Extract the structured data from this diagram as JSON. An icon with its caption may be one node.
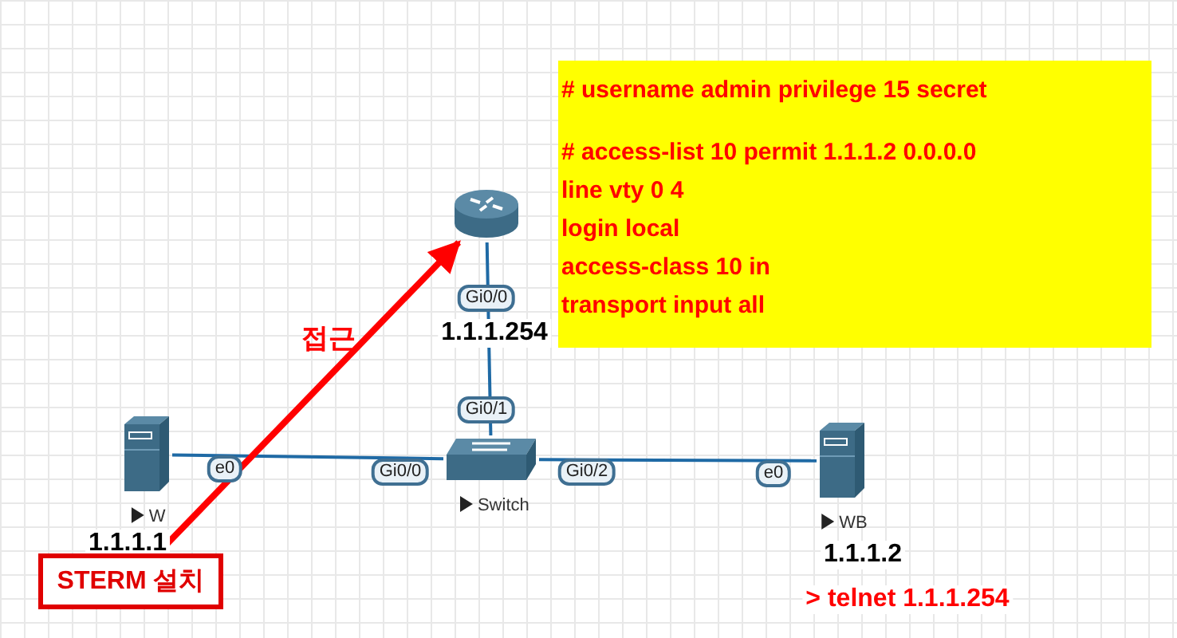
{
  "diagram": {
    "nodes": [
      {
        "text": [],
        "shape": "router"
      },
      {
        "text": [
          "Switch"
        ]
      },
      {
        "text": [
          "W"
        ],
        "beside": [
          "1.1.1.1"
        ]
      },
      {
        "text": [
          "WB"
        ],
        "beside": [
          "1.1.1.2"
        ]
      },
      {
        "text": [
          "STERM 설치"
        ]
      },
      {
        "text": [
          "# username admin privilege 15 secret",
          "# access-list 10 permit 1.1.1.2 0.0.0.0",
          "line vty 0 4",
          "login local",
          "access-class 10 in",
          "transport input all"
        ]
      }
    ],
    "edges": [
      {
        "from": 0,
        "to": 1,
        "arrow": "none"
      },
      {
        "from": 2,
        "to": 1,
        "arrow": "none"
      },
      {
        "from": 1,
        "to": 3,
        "arrow": "none"
      },
      {
        "from": 4,
        "to": 0,
        "arrow": "to",
        "label": "접근",
        "style": "thick",
        "color": "#ff0000"
      }
    ],
    "labels": [
      "1.1.1.254",
      "Gi0/0",
      "Gi0/1",
      "e0",
      "Gi0/0",
      "Gi0/2",
      "e0",
      "> telnet 1.1.1.254"
    ]
  }
}
